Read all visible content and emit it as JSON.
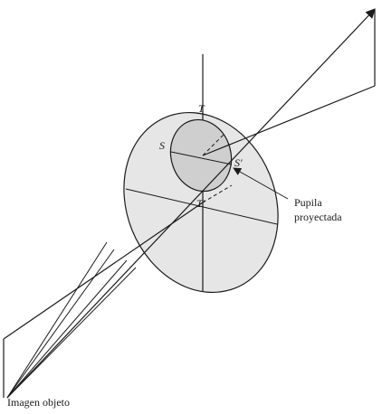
{
  "labels": {
    "t": "T",
    "t_prime": "T′",
    "s": "S",
    "s_prime": "S′",
    "callout_line1": "Pupila",
    "callout_line2": "proyectada",
    "object": "Imagen objeto"
  },
  "colors": {
    "line": "#1a1a1a",
    "ellipse_fill": "#e6e6e6",
    "pupil_fill": "#cfcfcf",
    "background": "#ffffff"
  }
}
